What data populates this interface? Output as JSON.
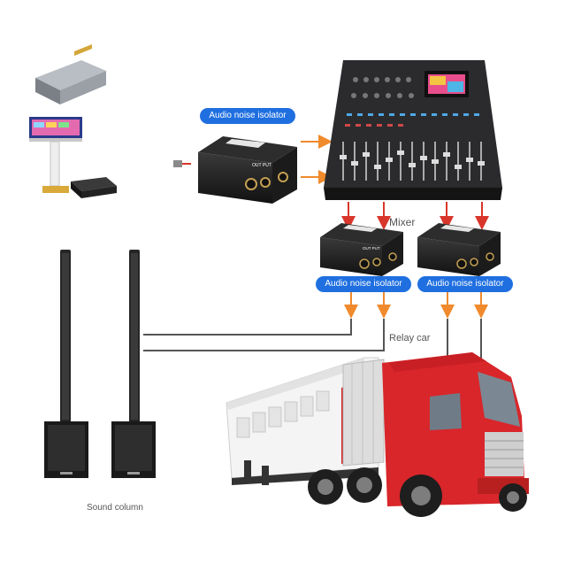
{
  "labels": {
    "isolator_top": "Audio noise isolator",
    "isolator_mid_left": "Audio noise isolator",
    "isolator_mid_right": "Audio noise isolator",
    "mixer": "Mixer",
    "relay_car": "Relay car",
    "sound_column": "Sound column",
    "isolator_face_text": "OUT PUT",
    "isolator_face_text_small": "OUT PUT"
  },
  "colors": {
    "label_blue": "#1f6fe0",
    "arrow_orange": "#f08a2c",
    "arrow_red": "#d9362b",
    "cable_gray": "#555555",
    "truck_red": "#d8262b",
    "box_white": "#f2f3f4"
  },
  "icons": [
    "amplifier-icon",
    "karaoke-touchscreen-icon",
    "set-top-box-icon",
    "audio-isolator-icon",
    "digital-mixer-icon",
    "column-speaker-icon",
    "subwoofer-icon",
    "truck-icon"
  ]
}
